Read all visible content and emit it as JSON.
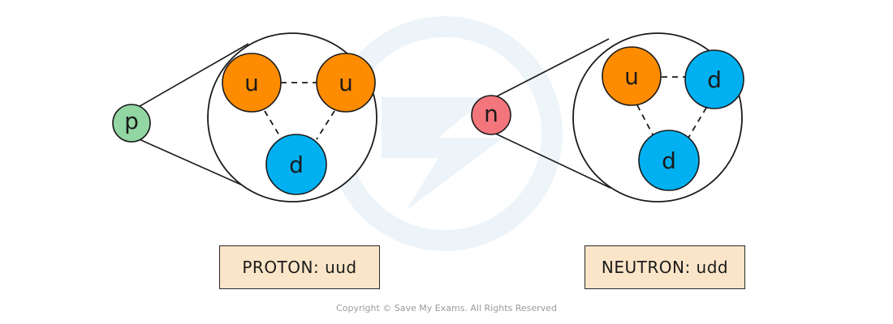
{
  "colors": {
    "up_quark": "#ff8c00",
    "down_quark": "#00b0f0",
    "proton": "#92d6a4",
    "neutron": "#f4767d",
    "caption_bg": "#fbe5c8",
    "outline": "#1a1a1a"
  },
  "proton": {
    "particle_symbol": "p",
    "quarks": [
      "u",
      "u",
      "d"
    ],
    "caption": "PROTON:  uud"
  },
  "neutron": {
    "particle_symbol": "n",
    "quarks": [
      "u",
      "d",
      "d"
    ],
    "caption": "NEUTRON:  udd"
  },
  "copyright": "Copyright © Save My Exams. All Rights Reserved"
}
